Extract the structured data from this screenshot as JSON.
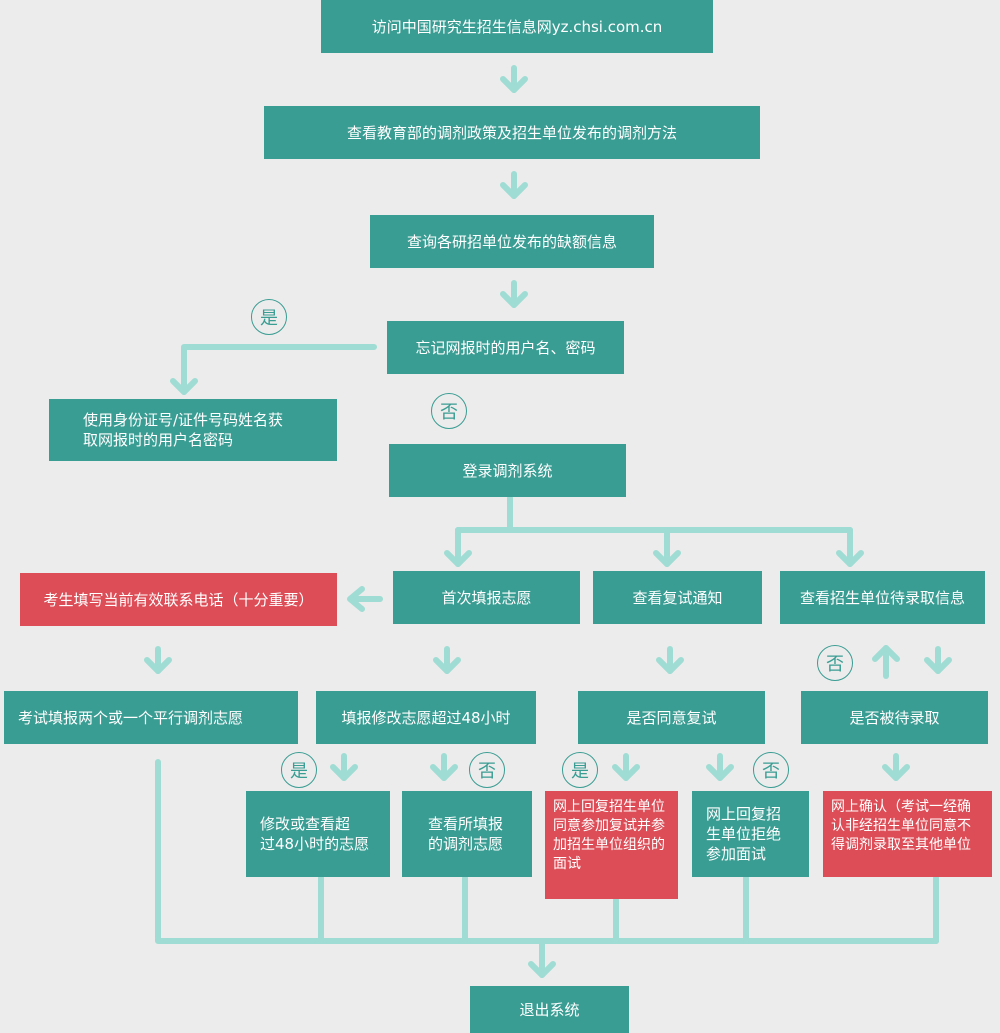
{
  "colors": {
    "primary": "#3a9d93",
    "alert": "#dd4d57",
    "connector": "#9fdcd3",
    "background": "#ececec"
  },
  "steps": {
    "visit_site": "访问中国研究生招生信息网yz.chsi.com.cn",
    "check_policy": "查看教育部的调剂政策及招生单位发布的调剂方法",
    "check_vacancies": "查询各研招单位发布的缺额信息",
    "forgot_credentials": "忘记网报时的用户名、密码",
    "recover_credentials": "使用身份证号/证件号码姓名获\n取网报时的用户名密码",
    "login_system": "登录调剂系统",
    "contact_phone": "考生填写当前有效联系电话（十分重要）",
    "first_application": "首次填报志愿",
    "view_retest_notice": "查看复试通知",
    "view_admission_info": "查看招生单位待录取信息",
    "fill_choices": "考试填报两个或一个平行调剂志愿",
    "over_48h": "填报修改志愿超过48小时",
    "agree_retest": "是否同意复试",
    "pending_admission": "是否被待录取",
    "modify_or_view": "修改或查看超\n过48小时的志愿",
    "view_filled": "查看所填报\n的调剂志愿",
    "accept_retest": "网上回复招生单位同意参加复试并参加招生单位组织的面试",
    "reject_retest": "网上回复招\n生单位拒绝\n参加面试",
    "confirm_admission": "网上确认（考试一经确认非经招生单位同意不得调剂录取至其他单位",
    "exit_system": "退出系统"
  },
  "labels": {
    "yes": "是",
    "no": "否"
  }
}
